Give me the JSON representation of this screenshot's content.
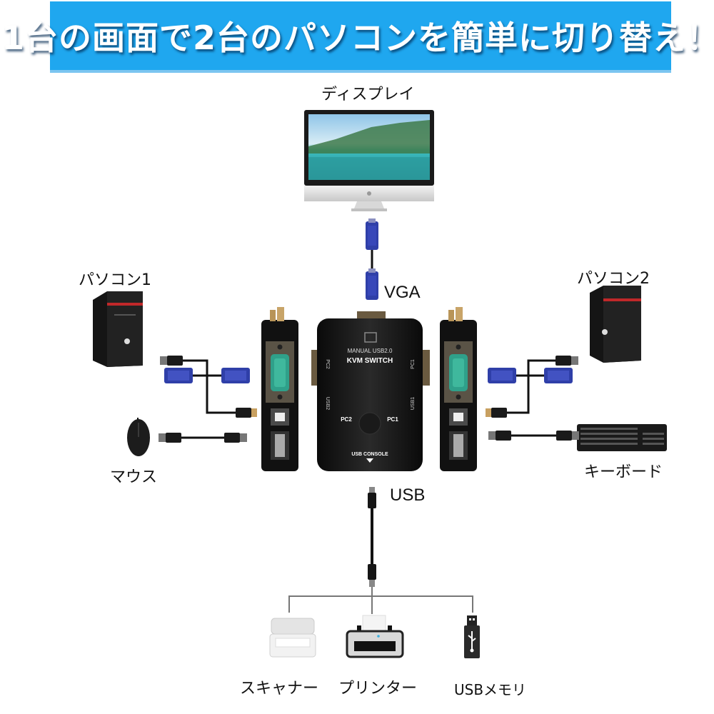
{
  "banner": {
    "title": "1台の画面で2台のパソコンを簡単に切り替え！",
    "color": "#1fa7ef"
  },
  "labels": {
    "display": "ディスプレイ",
    "vga": "VGA",
    "pc1": "パソコン1",
    "pc2": "パソコン2",
    "mouse": "マウス",
    "keyboard": "キーボード",
    "usb": "USB",
    "scanner": "スキャナー",
    "printer": "プリンター",
    "usb_memory": "USBメモリ"
  },
  "kvm_switch": {
    "model_line": "MANUAL USB2.0",
    "name": "KVM SWITCH",
    "button_left": "PC2",
    "button_right": "PC1",
    "side_left_top": "PC2",
    "side_left_bottom": "USB2",
    "side_right_top": "PC1",
    "side_right_bottom": "USB1",
    "console": "USB CONSOLE"
  },
  "icons": {
    "display": "monitor-icon",
    "pc": "tower-pc-icon",
    "mouse": "mouse-icon",
    "keyboard": "keyboard-icon",
    "scanner": "scanner-icon",
    "printer": "printer-icon",
    "usb_memory": "usb-stick-icon"
  },
  "colors": {
    "vga_connector": "#2f3fa8",
    "vga_port": "#2fa08a",
    "cable": "#111111"
  }
}
